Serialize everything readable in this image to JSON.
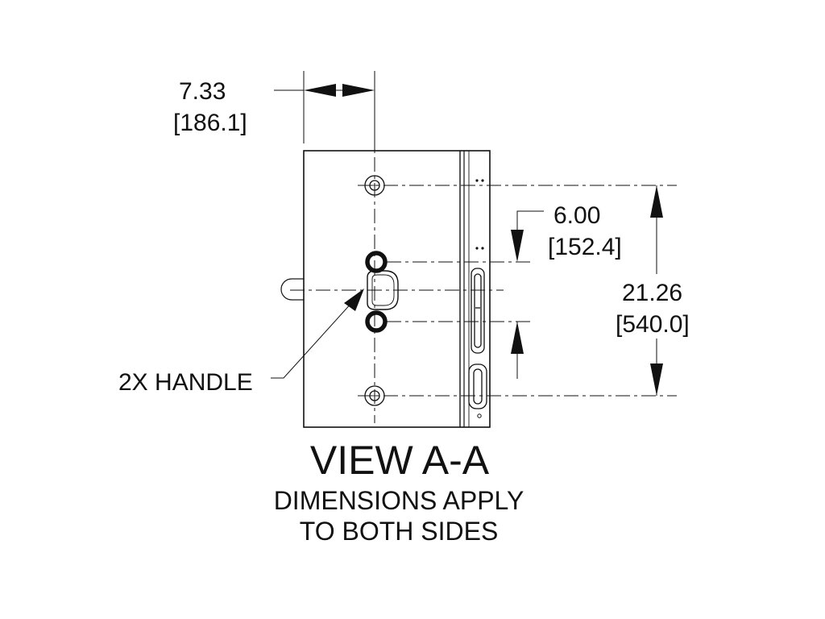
{
  "dimensions": {
    "width_in": "7.33",
    "width_mm": "[186.1]",
    "handle_offset_in": "6.00",
    "handle_offset_mm": "[152.4]",
    "hole_spacing_in": "21.26",
    "hole_spacing_mm": "[540.0]"
  },
  "callout": "2X HANDLE",
  "view_title": "VIEW A-A",
  "note_line1": "DIMENSIONS APPLY",
  "note_line2": "TO BOTH SIDES",
  "colors": {
    "line": "#111111",
    "background": "#ffffff"
  }
}
